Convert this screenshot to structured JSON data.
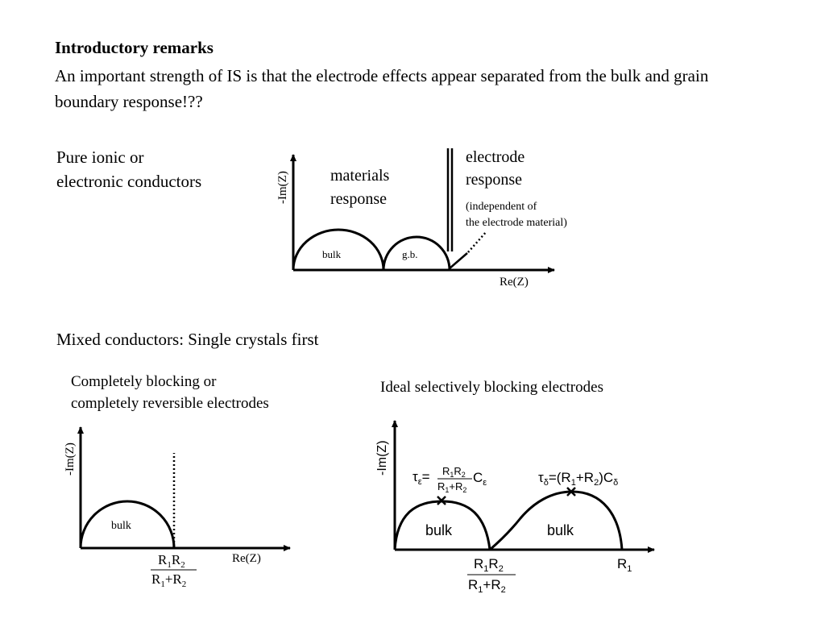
{
  "intro": {
    "heading": "Introductory remarks",
    "text": "An important strength of IS is that the electrode effects appear separated from the bulk and grain boundary response!??"
  },
  "section_pure": {
    "label_line1": "Pure ionic or",
    "label_line2": "electronic conductors",
    "diagram": {
      "y_axis": "-Im(Z)",
      "x_axis": "Re(Z)",
      "materials_line1": "materials",
      "materials_line2": "response",
      "electrode_line1": "electrode",
      "electrode_line2": "response",
      "note_line1": "(independent of",
      "note_line2": "the electrode material)",
      "arc1": "bulk",
      "arc2": "g.b."
    }
  },
  "section_mixed": {
    "title": "Mixed conductors: Single crystals first",
    "left": {
      "caption_line1": "Completely blocking or",
      "caption_line2": "completely reversible electrodes",
      "y_axis": "-Im(Z)",
      "x_axis": "Re(Z)",
      "arc": "bulk",
      "frac_num": [
        "R",
        "1",
        "R",
        "2"
      ],
      "frac_den": [
        "R",
        "1",
        "+R",
        "2"
      ]
    },
    "right": {
      "caption": "Ideal selectively blocking electrodes",
      "y_axis": "-Im(Z)",
      "arc1": "bulk",
      "arc2": "bulk",
      "tau_eps": {
        "symbol": "τ",
        "sub": "ε",
        "eq": "=",
        "frac_num": [
          "R",
          "1",
          "R",
          "2"
        ],
        "frac_den": [
          "R",
          "1",
          "+R",
          "2"
        ],
        "cap": "C",
        "cap_sub": "ε"
      },
      "tau_delta": {
        "symbol": "τ",
        "sub": "δ",
        "text_a": "=(R",
        "sub_a": "1",
        "text_b": "+R",
        "sub_b": "2",
        "text_c": ")C",
        "cap_sub": "δ"
      },
      "frac_num": [
        "R",
        "1",
        "R",
        "2"
      ],
      "frac_den": [
        "R",
        "1",
        "+R",
        "2"
      ],
      "r_label": "R",
      "r_sub": "1"
    }
  }
}
